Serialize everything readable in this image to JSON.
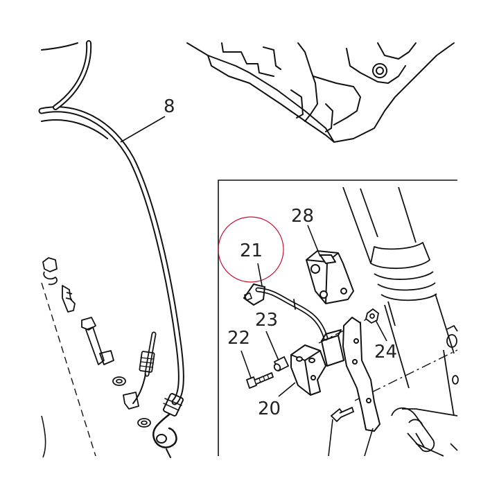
{
  "diagram": {
    "callouts": {
      "c8": "8",
      "c28": "28",
      "c21": "21",
      "c23": "23",
      "c22": "22",
      "c24": "24",
      "c20": "20"
    },
    "highlight_color": "#c8102e",
    "line_color": "#111111"
  }
}
